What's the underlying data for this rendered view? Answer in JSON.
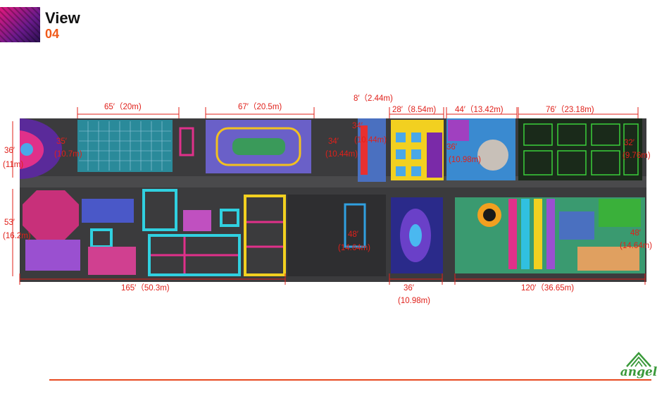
{
  "header": {
    "title": "View",
    "subtitle": "04"
  },
  "logo": {
    "text": "angel"
  },
  "dimensions": {
    "top_65": "65′（20m)",
    "top_67": "67′（20.5m)",
    "top_8": "8′（2.44m)",
    "top_28": "28′（8.54m)",
    "top_44": "44′（13.42m)",
    "top_76": "76′（23.18m)",
    "left_36": "36′",
    "left_36_m": "(11m)",
    "left_53": "53′",
    "left_53_m": "(16.2m)",
    "inner_35": "35′",
    "inner_35_m": "(10.7m)",
    "inner_34a": "34′",
    "inner_34a_m": "(10.44m)",
    "inner_34b": "34′",
    "inner_34b_m": "(10.44m)",
    "inner_36": "36′",
    "inner_36_m": "(10.98m)",
    "right_32": "32′",
    "right_32_m": "(9.76m)",
    "inner_48": "48′",
    "inner_48_m": "(14.64m)",
    "right_48": "48′",
    "right_48_m": "(14.64m)",
    "bottom_165": "165′（50.3m)",
    "bottom_36": "36′",
    "bottom_36_m": "(10.98m)",
    "bottom_120": "120′（36.65m)"
  },
  "colors": {
    "accent": "#f05a1a",
    "dimension": "#e0201a",
    "logo": "#3a9a3a",
    "floor": "#3b3b3d"
  }
}
